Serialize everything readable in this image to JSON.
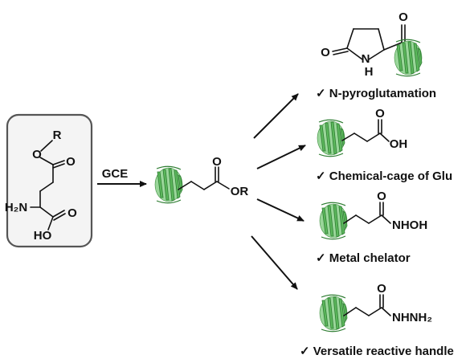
{
  "substrate": {
    "atom_O_ester": "O",
    "atom_R": "R",
    "atom_O_carbonyl": "O",
    "atom_H2N": "H₂N",
    "atom_HO": "HO",
    "atom_O_acid": "O"
  },
  "step_label": "GCE",
  "intermediate": {
    "atom_O_carbonyl": "O",
    "group_OR": "OR"
  },
  "products": [
    {
      "caption": "✓ N-pyroglutamation",
      "atom_O_ketone": "O",
      "atom_O_ring": "O",
      "atom_N": "N",
      "atom_H": "H"
    },
    {
      "caption": "✓ Chemical-cage of Glu",
      "atom_O": "O",
      "group": "OH"
    },
    {
      "caption": "✓ Metal chelator",
      "atom_O": "O",
      "group": "NHOH"
    },
    {
      "caption": "✓ Versatile reactive handle",
      "atom_O": "O",
      "group": "NHNH₂"
    }
  ],
  "colors": {
    "protein": "#5cb85c",
    "protein_edge": "#2e7d32",
    "box_stroke": "#555555",
    "box_fill": "#f4f4f4"
  }
}
